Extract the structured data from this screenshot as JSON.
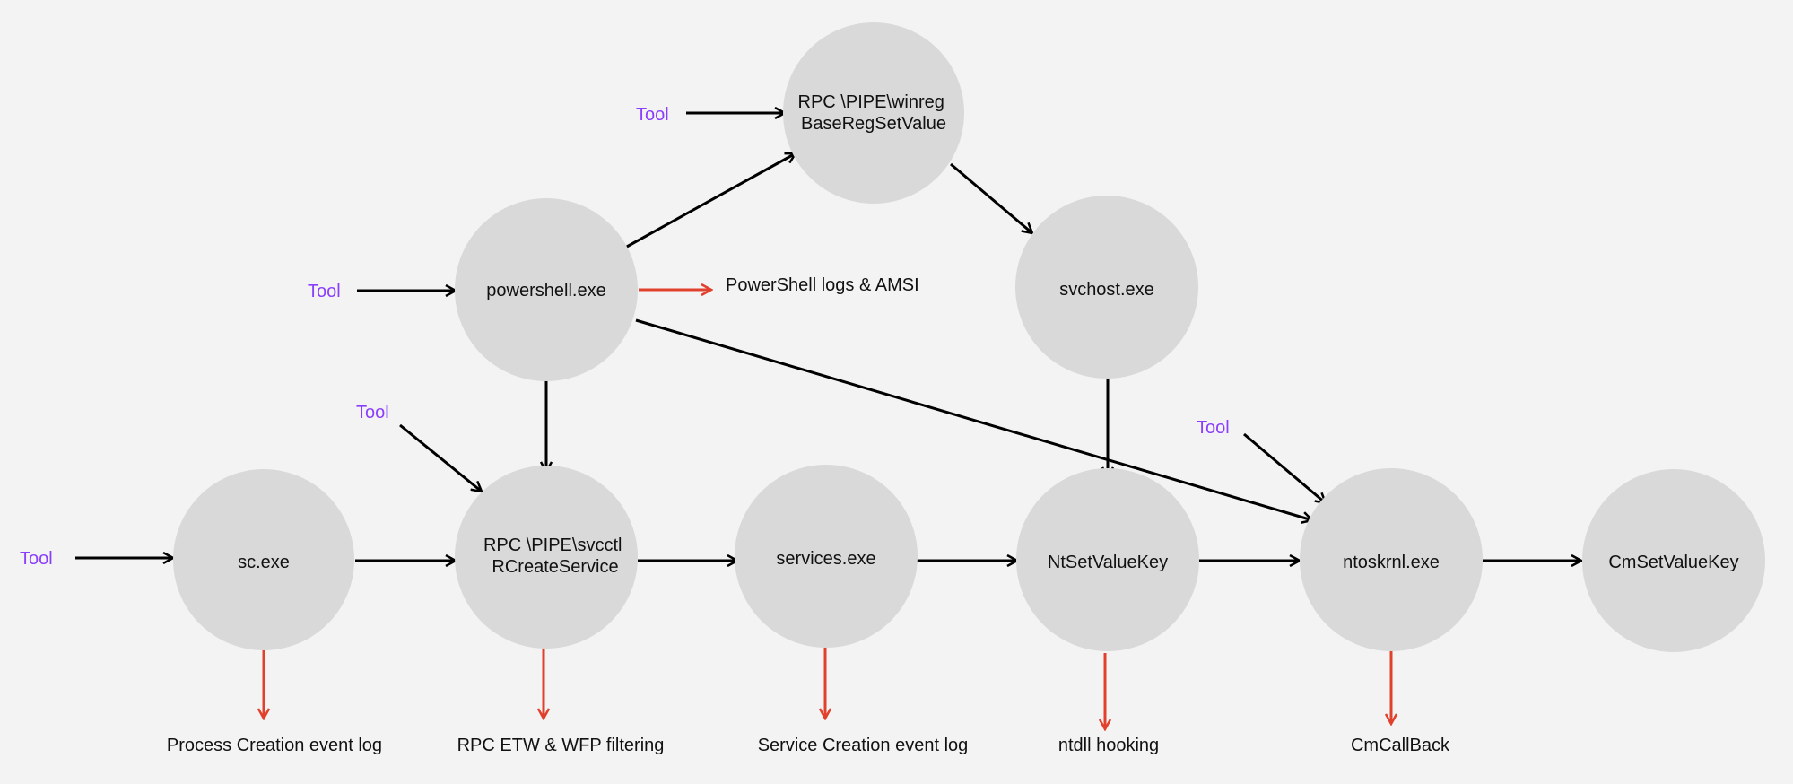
{
  "colors": {
    "background": "#f3f3f3",
    "node": "#d9d9d9",
    "arrow": "#000000",
    "log_arrow": "#e0402c",
    "tool_label": "#8a3ffc"
  },
  "tool_label": "Tool",
  "nodes": {
    "rpc_winreg": [
      "RPC \\PIPE\\winreg",
      "BaseRegSetValue"
    ],
    "powershell": [
      "powershell.exe"
    ],
    "svchost": [
      "svchost.exe"
    ],
    "sc": [
      "sc.exe"
    ],
    "rpc_svcctl": [
      "RPC \\PIPE\\svcctl",
      "RCreateService"
    ],
    "services": [
      "services.exe"
    ],
    "ntsetvaluekey": [
      "NtSetValueKey"
    ],
    "ntoskrnl": [
      "ntoskrnl.exe"
    ],
    "cmsetvaluekey": [
      "CmSetValueKey"
    ]
  },
  "telemetry": {
    "powershell": "PowerShell logs & AMSI",
    "sc": "Process Creation event log",
    "rpc_svcctl": "RPC ETW & WFP filtering",
    "services": "Service Creation event log",
    "ntsetvaluekey": "ntdll hooking",
    "ntoskrnl": "CmCallBack"
  },
  "edges": [
    [
      "tool",
      "rpc_winreg"
    ],
    [
      "tool",
      "powershell"
    ],
    [
      "tool",
      "rpc_svcctl"
    ],
    [
      "tool",
      "sc"
    ],
    [
      "tool",
      "ntoskrnl"
    ],
    [
      "powershell",
      "rpc_winreg"
    ],
    [
      "rpc_winreg",
      "svchost"
    ],
    [
      "powershell",
      "rpc_svcctl"
    ],
    [
      "powershell",
      "ntoskrnl"
    ],
    [
      "svchost",
      "ntsetvaluekey"
    ],
    [
      "sc",
      "rpc_svcctl"
    ],
    [
      "rpc_svcctl",
      "services"
    ],
    [
      "services",
      "ntsetvaluekey"
    ],
    [
      "ntsetvaluekey",
      "ntoskrnl"
    ],
    [
      "ntoskrnl",
      "cmsetvaluekey"
    ]
  ]
}
